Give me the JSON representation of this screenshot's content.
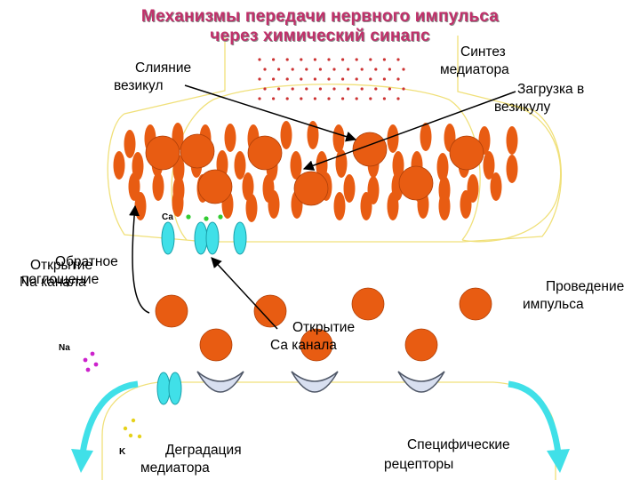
{
  "title": {
    "line1": "Механизмы передачи нервного импульса",
    "line2": "через химический синапс"
  },
  "labels": {
    "vesicle_fusion_1": "Слияние",
    "vesicle_fusion_2": "везикул",
    "mediator_synthesis_1": "Синтез",
    "mediator_synthesis_2": "медиатора",
    "vesicle_loading_1": "Загрузка в",
    "vesicle_loading_2": "везикулу",
    "reuptake_1": "Обратное",
    "reuptake_2": "поглощение",
    "na_open_1": "Открытие",
    "na_open_2": "Na канала",
    "ca_open_1": "Открытие",
    "ca_open_2": "Са канала",
    "impulse_1": "Проведение",
    "impulse_2": "импульса",
    "degradation_1": "Деградация",
    "degradation_2": "медиатора",
    "receptors_1": "Специфические",
    "receptors_2": "рецепторы"
  },
  "ions": {
    "ca": "Са",
    "na": "Na",
    "k": "K"
  },
  "colors": {
    "title": "#c0306a",
    "vesicle": "#e85c12",
    "vesicle_outline": "#b04008",
    "terminal_outline": "#f0e07a",
    "mediator_dots": "#cc3333",
    "channel": "#40e0e8",
    "receptor_fill": "#d8dff0",
    "receptor_outline": "#505868",
    "arrow_cyan": "#40e0e8",
    "ca_ions": "#33cc33",
    "na_ions": "#cc22cc",
    "k_ions": "#e6d21a"
  },
  "icons": {
    "channel": "ion-channel-icon",
    "receptor": "receptor-icon",
    "vesicle": "vesicle-icon"
  }
}
